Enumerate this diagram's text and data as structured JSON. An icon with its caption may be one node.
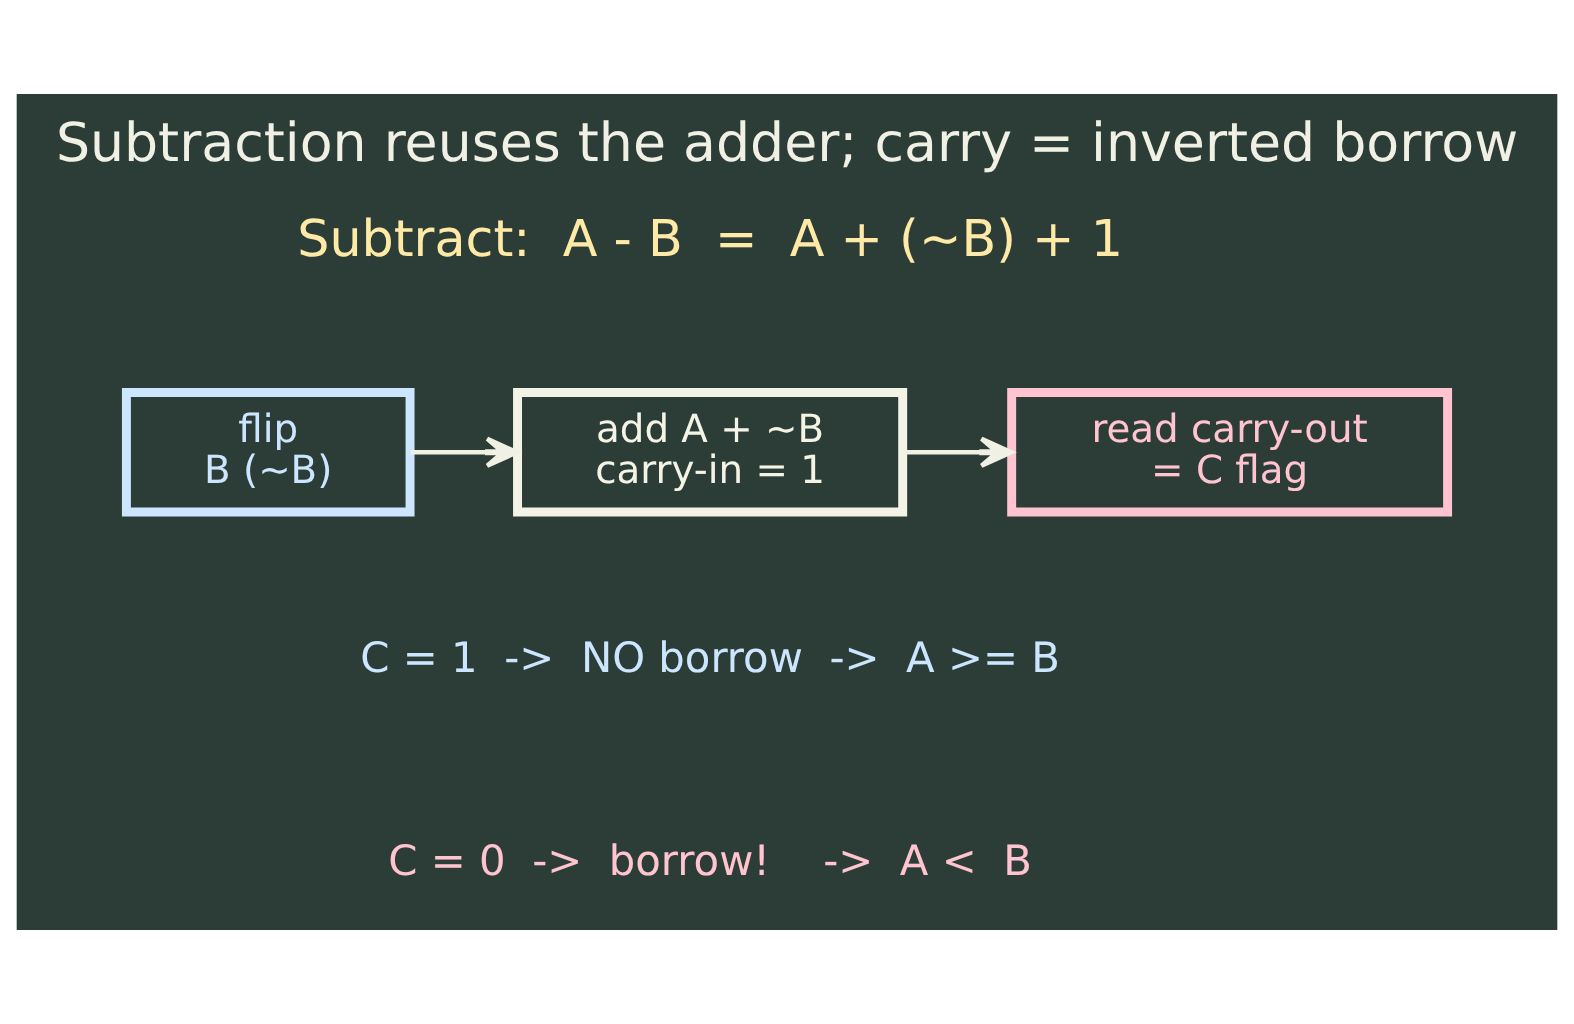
{
  "diagram": {
    "title": "Subtraction reuses the adder; carry = inverted borrow",
    "nodes": [
      {
        "text": [
          "flip B (~B)"
        ]
      },
      {
        "text": [
          "add A + ~B carry-in = 1"
        ]
      },
      {
        "text": [
          "read carry-out = C flag"
        ]
      }
    ],
    "edges": [
      {
        "from": 0,
        "to": 1,
        "arrow": "to"
      },
      {
        "from": 1,
        "to": 2,
        "arrow": "to"
      }
    ],
    "labels": [
      "Subtract:  A - B  =  A + (~B) + 1",
      "C = 1  ->  NO borrow  ->  A >= B",
      "C = 0  ->  borrow!    ->  A <  B"
    ]
  }
}
